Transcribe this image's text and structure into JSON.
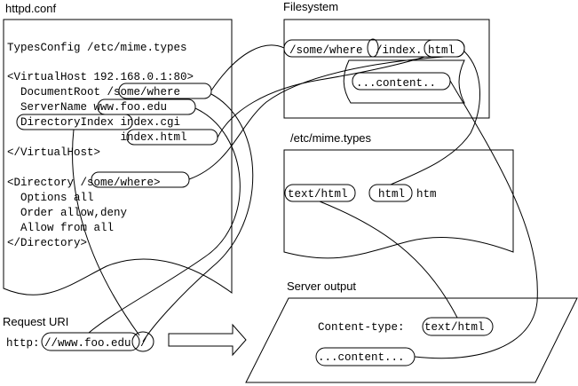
{
  "panels": {
    "httpd_conf": {
      "title": "httpd.conf",
      "lines": [
        "TypesConfig /etc/mime.types",
        "<VirtualHost 192.168.0.1:80>",
        "  DocumentRoot /some/where",
        "  ServerName www.foo.edu",
        "  DirectoryIndex index.cgi",
        "                 index.html",
        "</VirtualHost>",
        "<Directory /some/where>",
        "  Options all",
        "  Order allow,deny",
        "  Allow from all",
        "</Directory>"
      ]
    },
    "filesystem": {
      "title": "Filesystem",
      "path_parts": [
        "/some/where",
        "/index.",
        "html"
      ],
      "content": "...content.."
    },
    "mime_types": {
      "title": "/etc/mime.types",
      "type": "text/html",
      "extensions": [
        "html",
        "htm"
      ]
    },
    "request": {
      "title": "Request URI",
      "scheme": "http:",
      "host": "//www.foo.edu",
      "path": "/"
    },
    "server_output": {
      "title": "Server output",
      "content_type_label": "Content-type:",
      "content_type_value": "text/html",
      "content": "...content..."
    }
  },
  "colors": {
    "ink": "#000000",
    "background": "#ffffff"
  }
}
